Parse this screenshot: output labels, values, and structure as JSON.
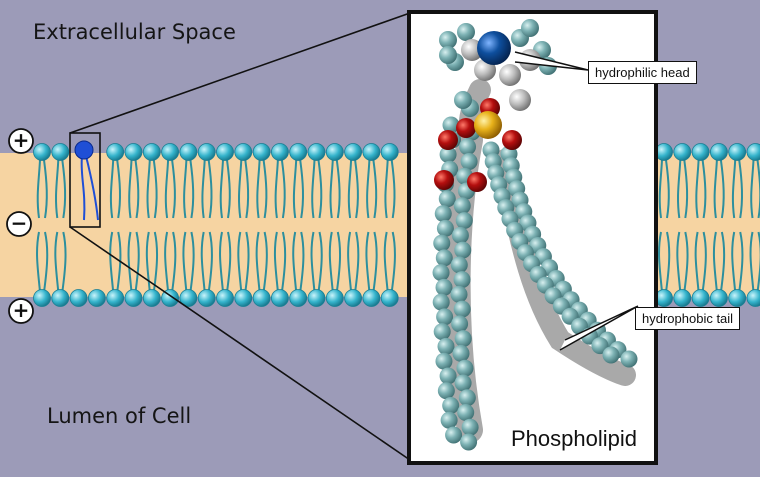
{
  "labels": {
    "top_region": "Extracellular Space",
    "bottom_region": "Lumen of Cell",
    "inset_title": "Phospholipid",
    "head_callout": "hydrophilic head",
    "tail_callout": "hydrophobic tail"
  },
  "charges": [
    "+",
    "−",
    "+"
  ],
  "colors": {
    "background": "#9c9bb8",
    "membrane_core": "#f6d4a2",
    "lipid_head": "#35b4cc",
    "lipid_tail": "#2d8f9e",
    "highlight_head": "#1f4fd6",
    "atom_teal": "#6fa7aa",
    "atom_grey": "#b9b9b9",
    "atom_red": "#b50f0f",
    "atom_gold": "#e8b21a",
    "atom_blue": "#0e4f9e"
  }
}
